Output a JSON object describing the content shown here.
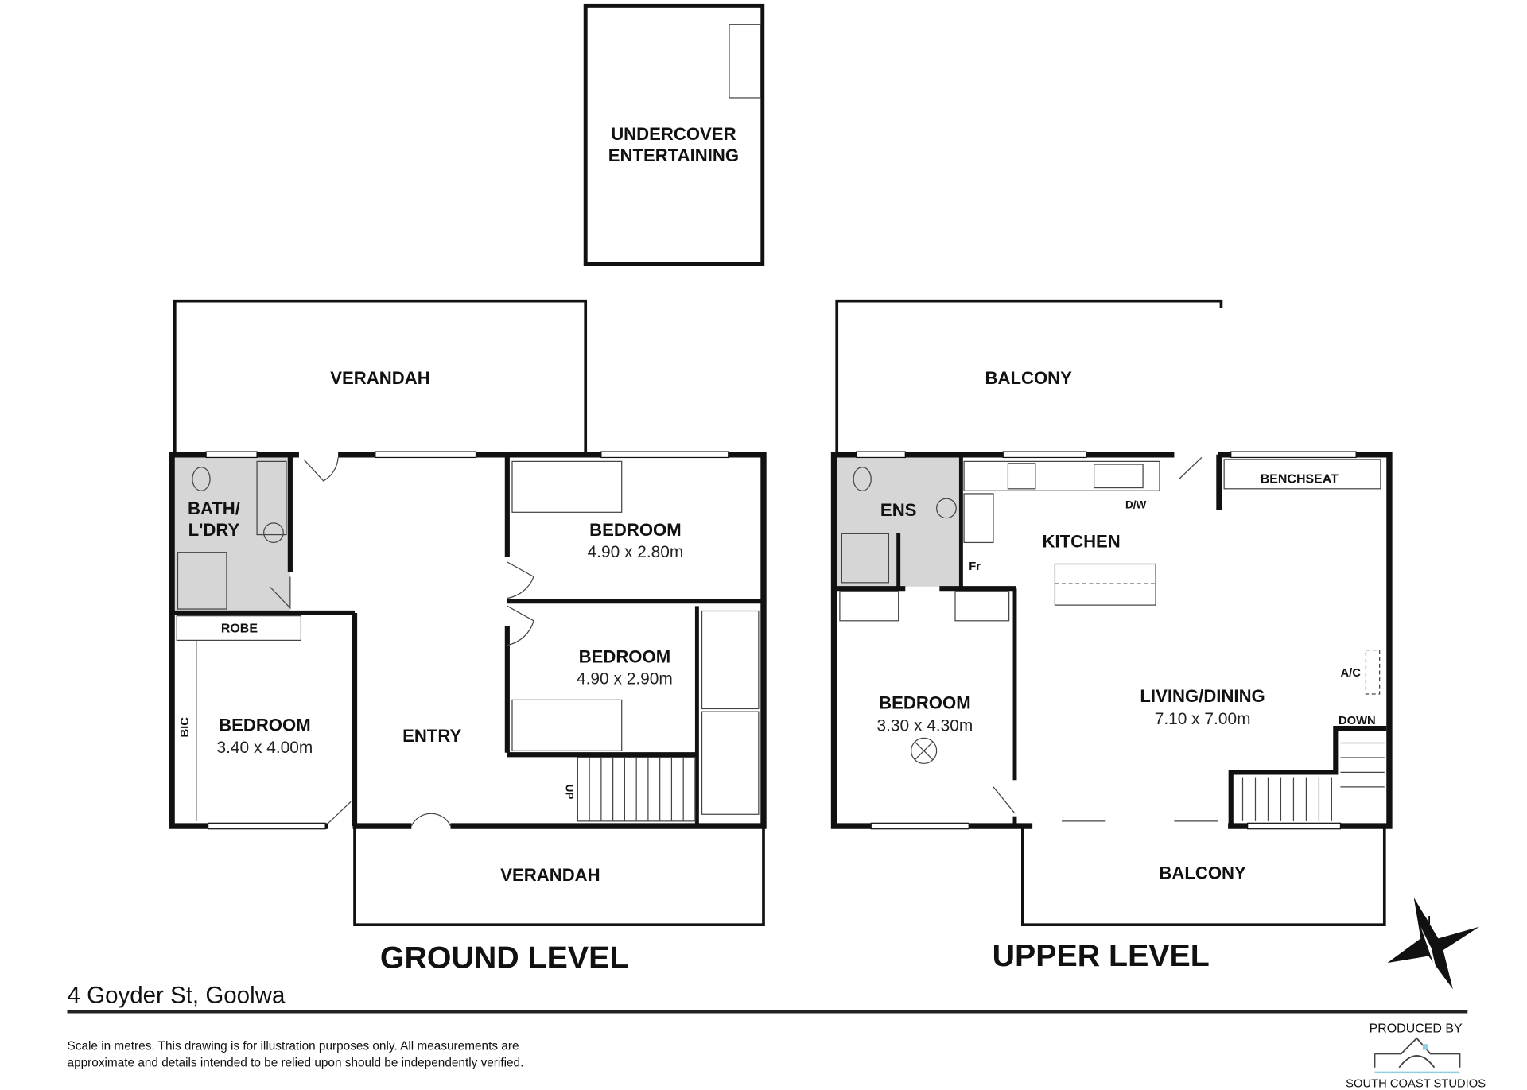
{
  "outdoor": {
    "undercover": [
      "UNDERCOVER",
      "ENTERTAINING"
    ]
  },
  "ground_level": {
    "title": "GROUND LEVEL",
    "verandah_top": "VERANDAH",
    "verandah_bottom": "VERANDAH",
    "bath": [
      "BATH/",
      "L'DRY"
    ],
    "robe": "ROBE",
    "bic": "BIC",
    "bedroom1": {
      "name": "BEDROOM",
      "size": "3.40 x 4.00m"
    },
    "bedroom2": {
      "name": "BEDROOM",
      "size": "4.90 x 2.80m"
    },
    "bedroom3": {
      "name": "BEDROOM",
      "size": "4.90 x 2.90m"
    },
    "entry": "ENTRY",
    "stairs": "UP"
  },
  "upper_level": {
    "title": "UPPER LEVEL",
    "balcony_top": "BALCONY",
    "balcony_bottom": "BALCONY",
    "ens": "ENS",
    "kitchen": "KITCHEN",
    "dw": "D/W",
    "fridge": "Fr",
    "benchseat": "BENCHSEAT",
    "ac": "A/C",
    "down": "DOWN",
    "bedroom": {
      "name": "BEDROOM",
      "size": "3.30 x 4.30m"
    },
    "living": {
      "name": "LIVING/DINING",
      "size": "7.10 x 7.00m"
    }
  },
  "footer": {
    "address": "4 Goyder St, Goolwa",
    "disclaimer": [
      "Scale in metres. This drawing is for illustration purposes only. All measurements are",
      "approximate and details intended to be relied upon should be independently verified."
    ],
    "produced_by": "PRODUCED BY",
    "studio": "SOUTH COAST STUDIOS"
  },
  "compass": {
    "label": "N"
  },
  "colors": {
    "wet_area": "#d6d6d6",
    "logo_accent": "#8fd0e0"
  }
}
